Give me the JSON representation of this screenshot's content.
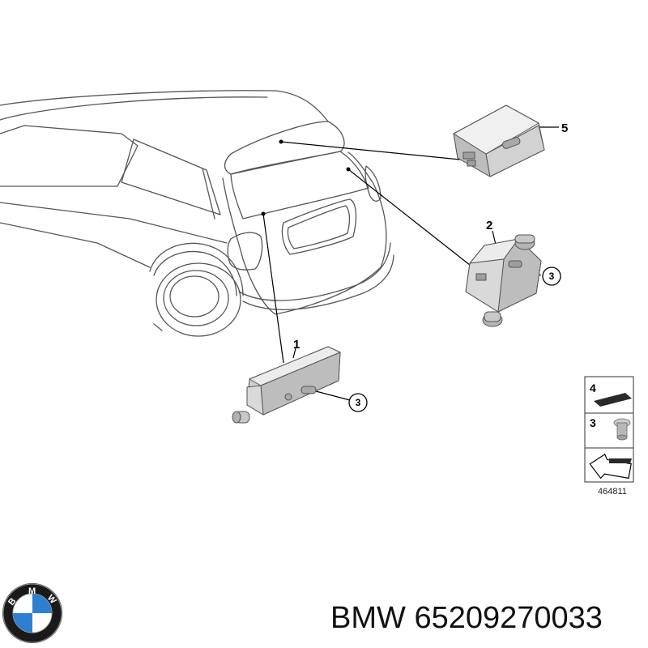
{
  "callouts": {
    "part_1": "1",
    "part_2": "2",
    "part_5": "5",
    "screw_a": "3",
    "screw_b": "3"
  },
  "legend": {
    "item_4": "4",
    "item_3": "3"
  },
  "reference_number": "464811",
  "logo": {
    "letter_b1": "B",
    "letter_m": "M",
    "letter_w": "W",
    "ring_color": "#1a1a1a",
    "blue": "#2f7fd0",
    "white": "#ffffff"
  },
  "caption": {
    "brand": "BMW",
    "part_number": "65209270033"
  }
}
